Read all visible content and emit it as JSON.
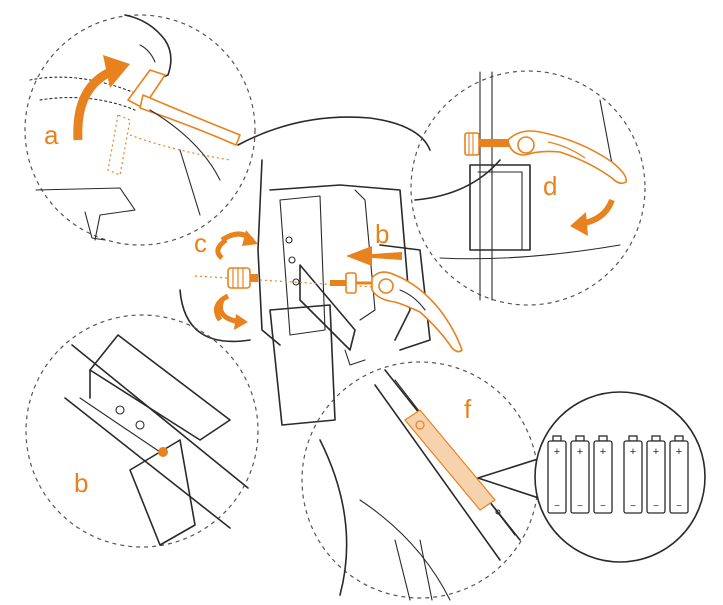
{
  "labels": {
    "a": "a",
    "b_top": "b",
    "c": "c",
    "d": "d",
    "b_bottom": "b",
    "f": "f"
  },
  "colors": {
    "accent": "#e8821e",
    "accent_light": "#f6d3ad",
    "line": "#2a2a2a"
  },
  "battery": {
    "plus": "+",
    "minus": "−",
    "count": 6
  }
}
